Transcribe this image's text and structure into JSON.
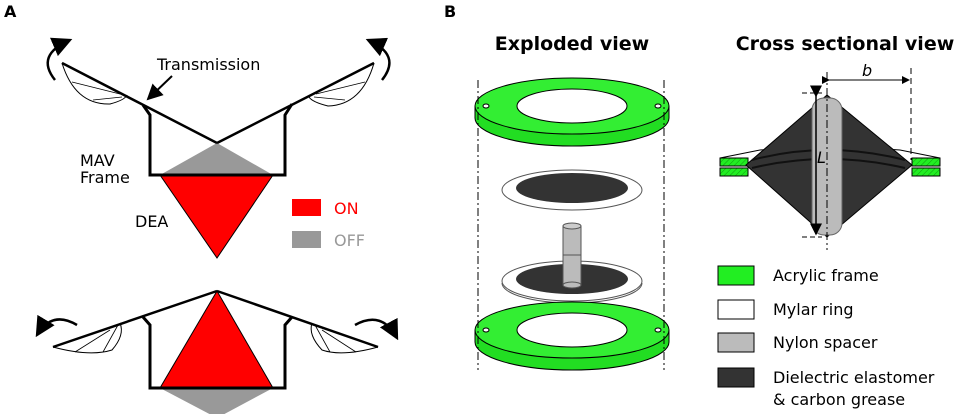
{
  "panel_a": {
    "label": "A",
    "transmission_label": "Transmission",
    "mav_label_1": "MAV",
    "mav_label_2": "Frame",
    "dea_label": "DEA",
    "legend": [
      {
        "label": "ON",
        "color": "#ff0000"
      },
      {
        "label": "OFF",
        "color": "#999999"
      }
    ]
  },
  "panel_b": {
    "label": "B",
    "exploded_title": "Exploded view",
    "cross_title": "Cross sectional view",
    "dim_b": "b",
    "dim_l": "L",
    "legend": [
      {
        "label": "Acrylic frame",
        "color": "#22ee22"
      },
      {
        "label": "Mylar ring",
        "color": "#ffffff"
      },
      {
        "label": "Nylon spacer",
        "color": "#bbbbbb"
      },
      {
        "label": "Dielectric elastomer",
        "label2": "& carbon grease",
        "color": "#333333"
      }
    ]
  }
}
